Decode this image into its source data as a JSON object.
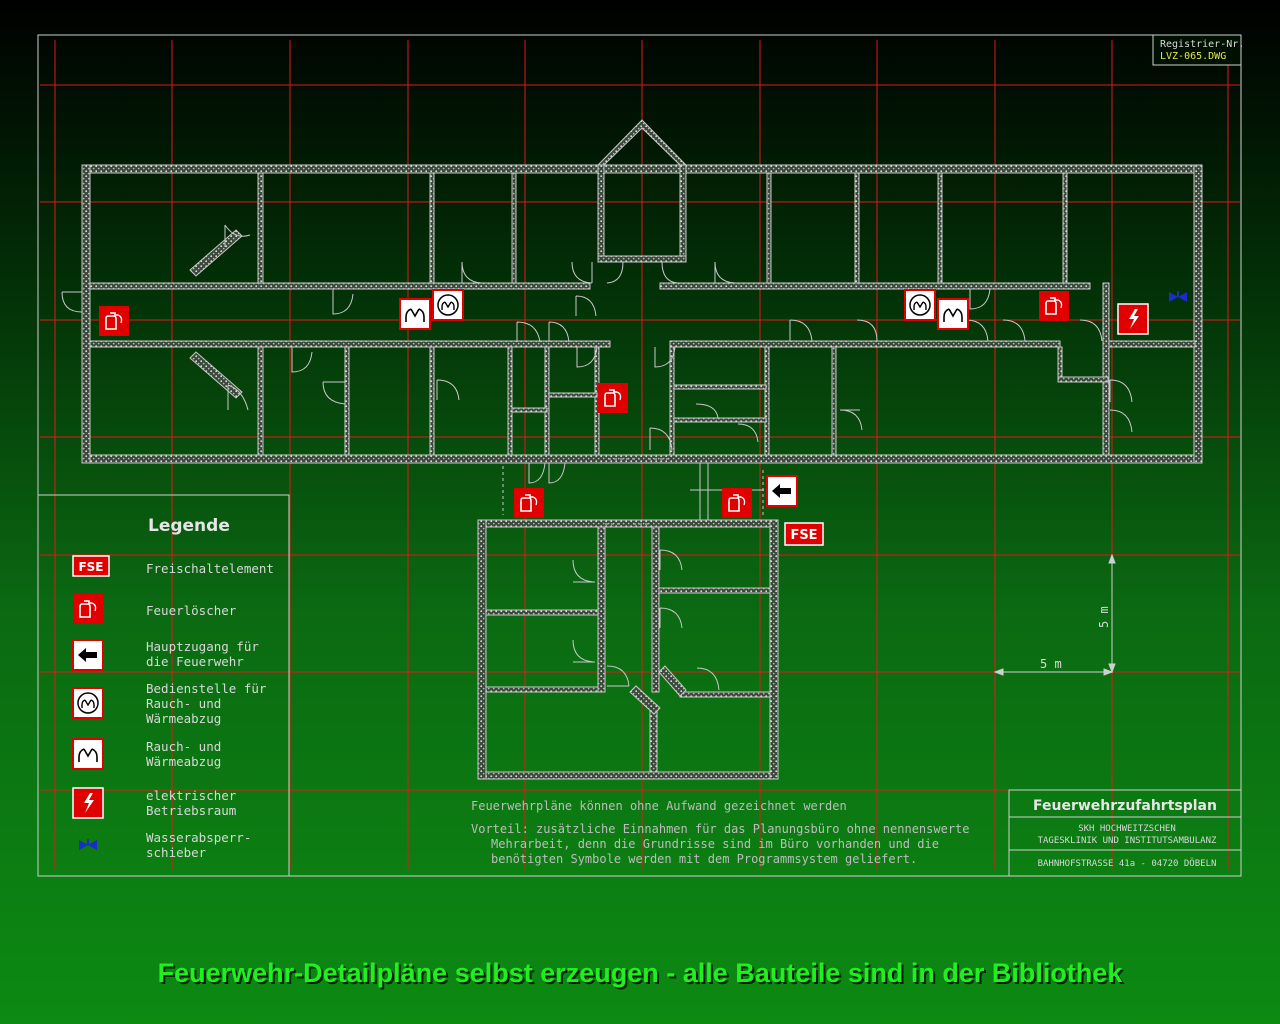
{
  "registration": {
    "label": "Registrier-Nr.",
    "number": "LVZ-065.DWG"
  },
  "legend": {
    "title": "Legende",
    "items": [
      {
        "icon": "fse-icon",
        "text1": "Freischaltelement",
        "text2": ""
      },
      {
        "icon": "fire-extinguisher-icon",
        "text1": "Feuerlöscher",
        "text2": ""
      },
      {
        "icon": "main-entrance-arrow-icon",
        "text1": "Hauptzugang für",
        "text2": "die Feuerwehr"
      },
      {
        "icon": "smoke-control-station-icon",
        "text1": "Bedienstelle für",
        "text2": "Rauch- und",
        "text3": "Wärmeabzug"
      },
      {
        "icon": "smoke-heat-vent-icon",
        "text1": "Rauch- und",
        "text2": "Wärmeabzug"
      },
      {
        "icon": "electrical-room-icon",
        "text1": "elektrischer",
        "text2": "Betriebsraum"
      },
      {
        "icon": "water-shutoff-valve-icon",
        "text1": "Wasserabsperr-",
        "text2": "schieber"
      }
    ]
  },
  "fse_label": "FSE",
  "notes": {
    "line1": "Feuerwehrpläne können ohne Aufwand gezeichnet werden",
    "line2": "Vorteil: zusätzliche Einnahmen für das Planungsbüro ohne nennenswerte",
    "line3": "Mehrarbeit, denn die Grundrisse sind im Büro vorhanden und die",
    "line4": "benötigten Symbole werden mit dem Programmsystem geliefert."
  },
  "titleblock": {
    "title": "Feuerwehrzufahrtsplan",
    "org1": "SKH HOCHWEITZSCHEN",
    "org2": "TAGESKLINIK UND INSTITUTSAMBULANZ",
    "address": "BAHNHOFSTRASSE 41a - 04720 DÖBELN"
  },
  "scale": {
    "horizontal": "5 m",
    "vertical": "5 m"
  },
  "caption": "Feuerwehr-Detailpläne selbst erzeugen - alle Bauteile sind in der Bibliothek",
  "colors": {
    "grid": "#e01818",
    "wall": "#c8c8c8",
    "symbol_red": "#e00000",
    "valve": "#1a2ccc"
  }
}
